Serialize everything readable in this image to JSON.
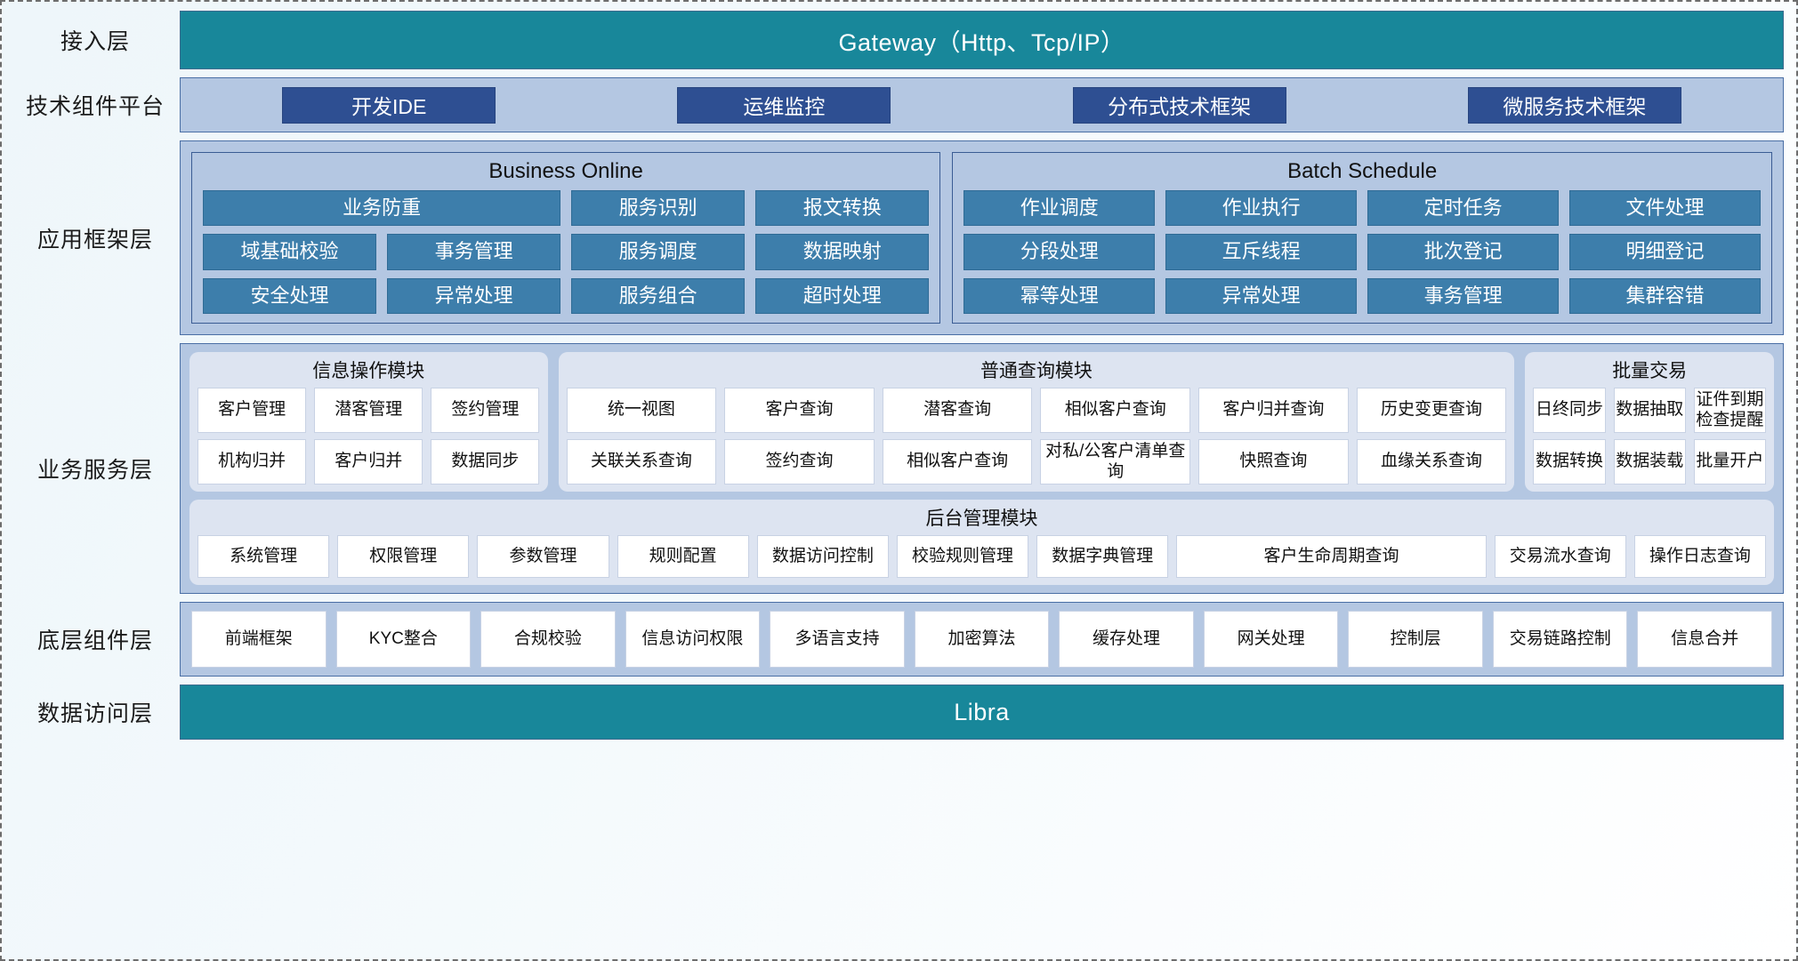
{
  "layers": {
    "access": {
      "label": "接入层",
      "bar": "Gateway（Http、Tcp/IP）"
    },
    "tech": {
      "label": "技术组件平台",
      "chips": [
        "开发IDE",
        "运维监控",
        "分布式技术框架",
        "微服务技术框架"
      ]
    },
    "appframe": {
      "label": "应用框架层"
    },
    "bizsvc": {
      "label": "业务服务层"
    },
    "basecomp": {
      "label": "底层组件层"
    },
    "dataacc": {
      "label": "数据访问层",
      "bar": "Libra"
    }
  },
  "app_framework": {
    "online": {
      "title": "Business Online",
      "chips": [
        "业务防重",
        "服务识别",
        "报文转换",
        "域基础校验",
        "事务管理",
        "服务调度",
        "数据映射",
        "安全处理",
        "异常处理",
        "服务组合",
        "超时处理"
      ]
    },
    "batch": {
      "title": "Batch Schedule",
      "chips": [
        "作业调度",
        "作业执行",
        "定时任务",
        "文件处理",
        "分段处理",
        "互斥线程",
        "批次登记",
        "明细登记",
        "幂等处理",
        "异常处理",
        "事务管理",
        "集群容错"
      ]
    }
  },
  "business_service": {
    "info_module": {
      "title": "信息操作模块",
      "items": [
        "客户管理",
        "潜客管理",
        "签约管理",
        "机构归并",
        "客户归并",
        "数据同步"
      ]
    },
    "query_module": {
      "title": "普通查询模块",
      "items": [
        "统一视图",
        "客户查询",
        "潜客查询",
        "相似客户查询",
        "客户归并查询",
        "历史变更查询",
        "关联关系查询",
        "签约查询",
        "相似客户查询",
        "对私/公客户清单查询",
        "快照查询",
        "血缘关系查询"
      ]
    },
    "batch_module": {
      "title": "批量交易",
      "items": [
        "日终同步",
        "数据抽取",
        "证件到期检查提醒",
        "数据转换",
        "数据装载",
        "批量开户"
      ]
    },
    "admin_module": {
      "title": "后台管理模块",
      "items": [
        "系统管理",
        "权限管理",
        "参数管理",
        "规则配置",
        "数据访问控制",
        "校验规则管理",
        "数据字典管理",
        "客户生命周期查询",
        "交易流水查询",
        "操作日志查询"
      ]
    }
  },
  "base_components": {
    "items": [
      "前端框架",
      "KYC整合",
      "合规校验",
      "信息访问权限",
      "多语言支持",
      "加密算法",
      "缓存处理",
      "网关处理",
      "控制层",
      "交易链路控制",
      "信息合并"
    ]
  },
  "colors": {
    "teal": "#18879a",
    "panel_blue": "#b4c7e2",
    "chip_dark_blue": "#2e4f92",
    "chip_mid_blue": "#3d7eab",
    "module_bg": "#dde4f1"
  }
}
